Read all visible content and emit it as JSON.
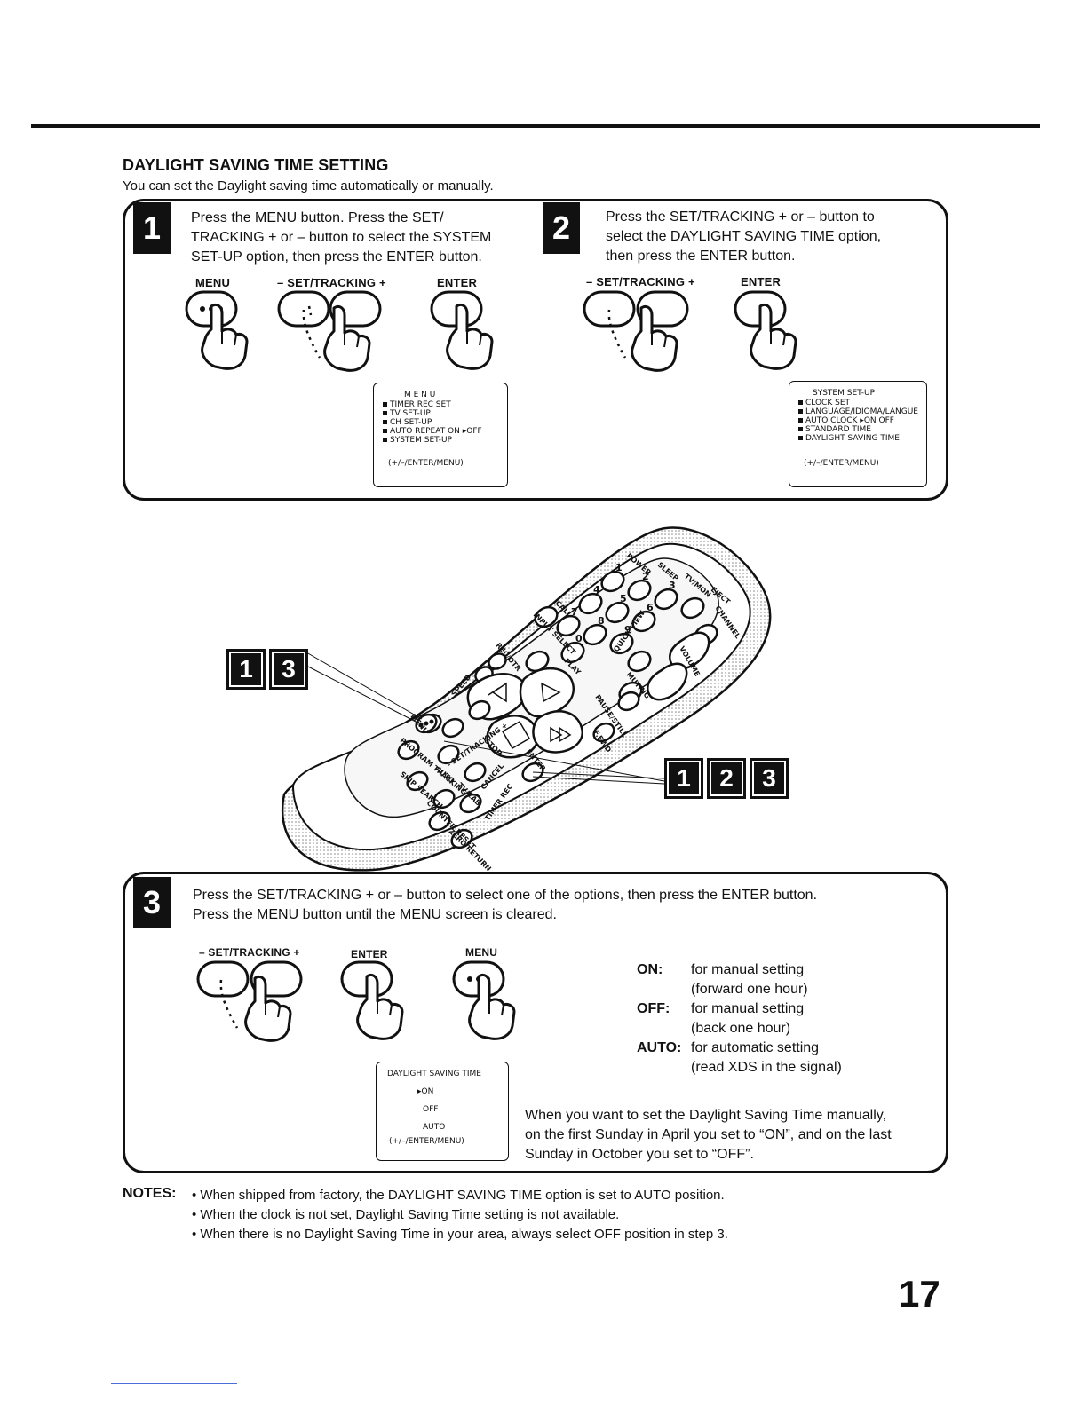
{
  "heading": {
    "title": "DAYLIGHT SAVING TIME SETTING",
    "subtitle": "You can set the Daylight saving time automatically or manually."
  },
  "step1": {
    "number": "1",
    "text": [
      "Press the MENU button. Press the SET/",
      "TRACKING + or – button to select the SYSTEM",
      "SET-UP option, then press the ENTER button."
    ],
    "buttons": [
      "MENU",
      "– SET/TRACKING +",
      "ENTER"
    ],
    "osd": {
      "title": "M E N U",
      "items": [
        "TIMER REC SET",
        "TV SET-UP",
        "CH SET-UP",
        "AUTO REPEAT  ON ▸OFF",
        "SYSTEM  SET-UP"
      ],
      "footer": "(+/–/ENTER/MENU)"
    }
  },
  "step2": {
    "number": "2",
    "text": [
      "Press the SET/TRACKING + or – button to",
      "select the DAYLIGHT SAVING TIME option,",
      "then press the ENTER button."
    ],
    "buttons": [
      "– SET/TRACKING +",
      "ENTER"
    ],
    "osd": {
      "title": "SYSTEM  SET-UP",
      "items": [
        "CLOCK  SET",
        "LANGUAGE/IDIOMA/LANGUE",
        "AUTO CLOCK  ▸ON  OFF",
        "STANDARD  TIME",
        "DAYLIGHT  SAVING  TIME"
      ],
      "footer": "(+/–/ENTER/MENU)"
    }
  },
  "remote_tags": {
    "left": [
      "1",
      "3"
    ],
    "right": [
      "1",
      "2",
      "3"
    ]
  },
  "remote_labels": {
    "power": "POWER",
    "sleep": "SLEEP",
    "tvmon": "TV/MON",
    "eject": "EJECT",
    "call": "CALL",
    "input": "INPUT SELECT",
    "quickview": "QUICK VIEW",
    "channel": "CHANNEL",
    "volume": "VOLUME",
    "recotr": "REC/OTR",
    "zero": "0",
    "play": "PLAY",
    "muting": "MUTING",
    "speed": "SPEED",
    "pause": "PAUSE/STILL",
    "ffwd": "F.FWD",
    "stop": "STOP",
    "menu": "MENU",
    "settracking": "– SET/TRACKING +",
    "enter": "ENTER",
    "cancel": "CANCEL",
    "progtracking": "PROGRAM TRACKING",
    "auto": "AUTO",
    "skip": "SKIP SEARCH",
    "tvcable": "TV/CAB",
    "timerrec": "TIMER REC",
    "counter": "COUNTER RESET",
    "zeroreturn": "ZERO RETURN",
    "digits": [
      "1",
      "2",
      "3",
      "4",
      "5",
      "6",
      "7",
      "8",
      "9",
      "0"
    ]
  },
  "step3": {
    "number": "3",
    "text": [
      "Press the SET/TRACKING + or – button to select one of the options, then press the ENTER button.",
      "Press the MENU button until the MENU screen is cleared."
    ],
    "buttons": [
      "– SET/TRACKING +",
      "ENTER",
      "MENU"
    ],
    "osd": {
      "title": "DAYLIGHT  SAVING  TIME",
      "items": [
        "▸ON",
        "OFF",
        "AUTO"
      ],
      "footer": "(+/–/ENTER/MENU)"
    },
    "options": [
      {
        "key": "ON:",
        "lines": [
          "for manual setting",
          "(forward one hour)"
        ]
      },
      {
        "key": "OFF:",
        "lines": [
          "for manual setting",
          "(back one hour)"
        ]
      },
      {
        "key": "AUTO:",
        "lines": [
          "for automatic setting",
          "(read XDS in the signal)"
        ]
      }
    ],
    "manual_note": [
      "When you want to set the Daylight Saving Time manually,",
      "on the first Sunday in April you set to “ON”, and on the last",
      "Sunday in October you set to “OFF”."
    ]
  },
  "notes": {
    "label": "NOTES:",
    "items": [
      "When shipped from factory, the DAYLIGHT SAVING TIME option is set to AUTO position.",
      "When the clock is not set, Daylight Saving Time setting is not available.",
      "When there is no Daylight Saving Time in your area, always select OFF position in step 3."
    ]
  },
  "page_number": "17"
}
